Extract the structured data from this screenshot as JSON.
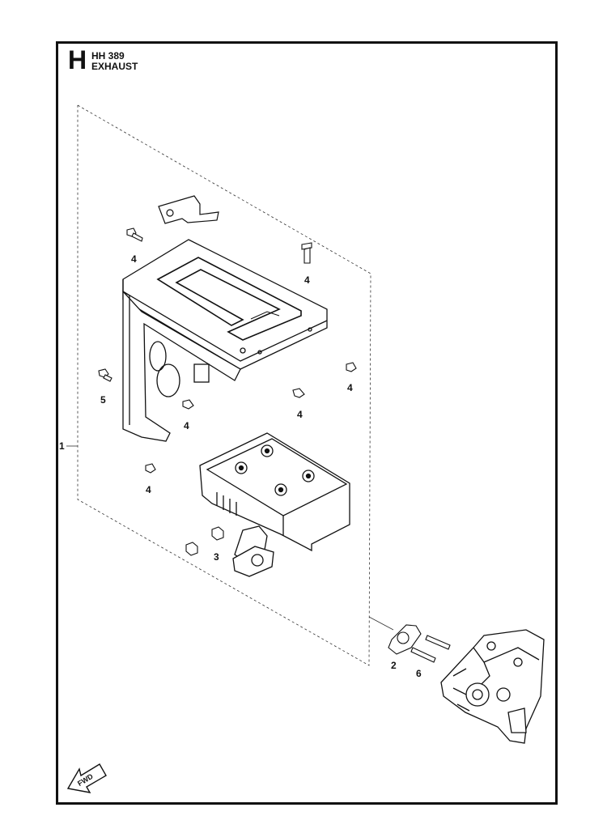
{
  "header": {
    "section_letter": "H",
    "model": "HH 389",
    "group": "EXHAUST"
  },
  "callouts": {
    "c1": "1",
    "c2": "2",
    "c3": "3",
    "c4a": "4",
    "c4b": "4",
    "c4c": "4",
    "c4d": "4",
    "c4e": "4",
    "c4f": "4",
    "c5": "5",
    "c6": "6"
  },
  "fwd_arrow": {
    "label": "FWD"
  },
  "icons": [
    "heat-shield-icon",
    "muffler-icon",
    "engine-head-icon",
    "bolt-icon",
    "nut-icon",
    "stud-icon",
    "gasket-icon",
    "bracket-icon",
    "fwd-arrow-icon"
  ]
}
